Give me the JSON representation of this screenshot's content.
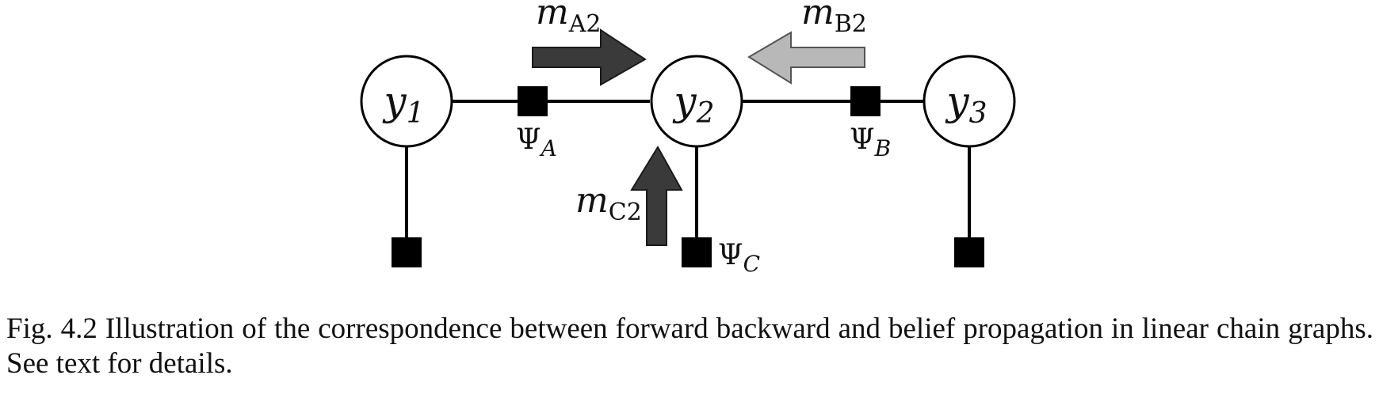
{
  "diagram": {
    "variables": [
      {
        "id": "y1",
        "base": "y",
        "sub": "1"
      },
      {
        "id": "y2",
        "base": "y",
        "sub": "2"
      },
      {
        "id": "y3",
        "base": "y",
        "sub": "3"
      }
    ],
    "factors": {
      "psi_a": {
        "symbol": "Ψ",
        "sub": "A"
      },
      "psi_b": {
        "symbol": "Ψ",
        "sub": "B"
      },
      "psi_c": {
        "symbol": "Ψ",
        "sub": "C"
      }
    },
    "messages": {
      "m_a2": {
        "base": "m",
        "sub": "A2",
        "color": "#3a3a3a"
      },
      "m_b2": {
        "base": "m",
        "sub": "B2",
        "color": "#b8b8b8"
      },
      "m_c2": {
        "base": "m",
        "sub": "C2",
        "color": "#3a3a3a"
      }
    }
  },
  "caption": {
    "text": "Fig. 4.2 Illustration of the correspondence between forward backward and belief propagation in linear chain graphs. See text for details."
  }
}
